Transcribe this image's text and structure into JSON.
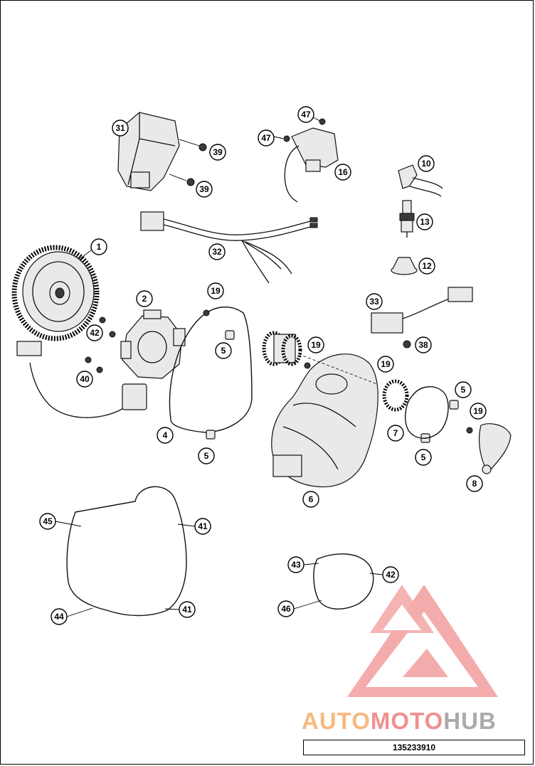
{
  "callouts": [
    "1",
    "2",
    "4",
    "5",
    "5",
    "5",
    "5",
    "6",
    "7",
    "8",
    "10",
    "12",
    "13",
    "16",
    "19",
    "19",
    "19",
    "19",
    "31",
    "32",
    "33",
    "38",
    "39",
    "39",
    "40",
    "41",
    "41",
    "42",
    "42",
    "43",
    "44",
    "45",
    "46",
    "47",
    "47"
  ],
  "watermark": {
    "part1": "AUTO",
    "part2": "MOTO",
    "part3": "HUB"
  },
  "diagram_id": "135233910",
  "colors": {
    "watermark_red": "#f19090",
    "watermark_orange": "#f6b980",
    "watermark_gray": "#aaaaaa"
  }
}
